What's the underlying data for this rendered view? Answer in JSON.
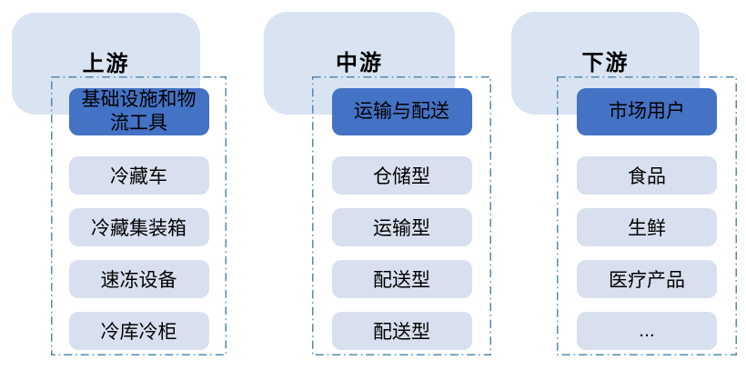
{
  "columns": [
    {
      "label": "上游",
      "header": "基础设施和物流工具",
      "items": [
        "冷藏车",
        "冷藏集装箱",
        "速冻设备",
        "冷库冷柜"
      ]
    },
    {
      "label": "中游",
      "header": "运输与配送",
      "items": [
        "仓储型",
        "运输型",
        "配送型",
        "配送型"
      ]
    },
    {
      "label": "下游",
      "header": "市场用户",
      "items": [
        "食品",
        "生鲜",
        "医疗产品",
        "..."
      ]
    }
  ],
  "colors": {
    "shape_bg": "#D9E4F2",
    "header_bg": "#4472C4",
    "item_bg": "#D8DFEE",
    "dashed_border": "#5588AE",
    "text": "#000000"
  }
}
